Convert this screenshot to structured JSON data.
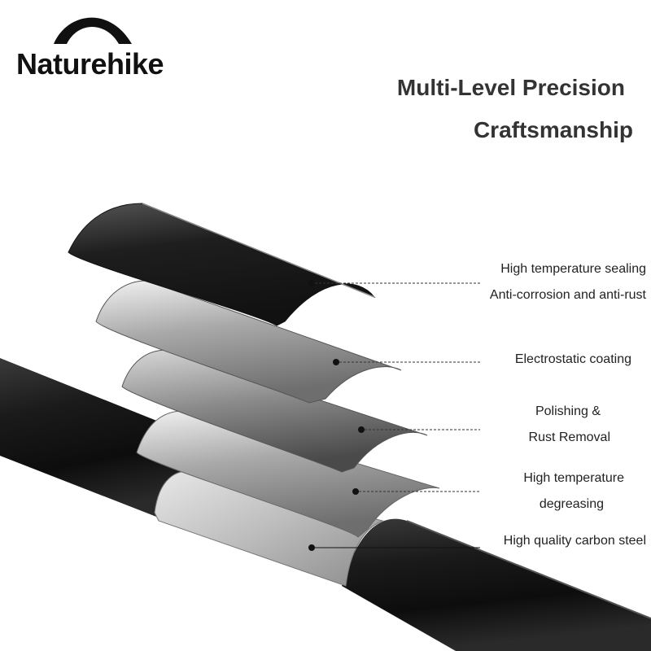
{
  "brand": {
    "name": "Naturehike",
    "logo_icon": "mountain-arc-icon"
  },
  "headline": {
    "line1": "Multi-Level Precision",
    "line2": "Craftsmanship"
  },
  "layers": [
    {
      "lines": [
        "High temperature sealing",
        "Anti-corrosion and anti-rust"
      ]
    },
    {
      "lines": [
        "Electrostatic coating"
      ]
    },
    {
      "lines": [
        "Polishing &",
        "Rust Removal"
      ]
    },
    {
      "lines": [
        "High temperature",
        "degreasing"
      ]
    },
    {
      "lines": [
        "High quality carbon steel"
      ]
    }
  ],
  "colors": {
    "text": "#222222",
    "tube_dark": "#1c1c1c",
    "layer_silver": "#bfbfbf"
  }
}
